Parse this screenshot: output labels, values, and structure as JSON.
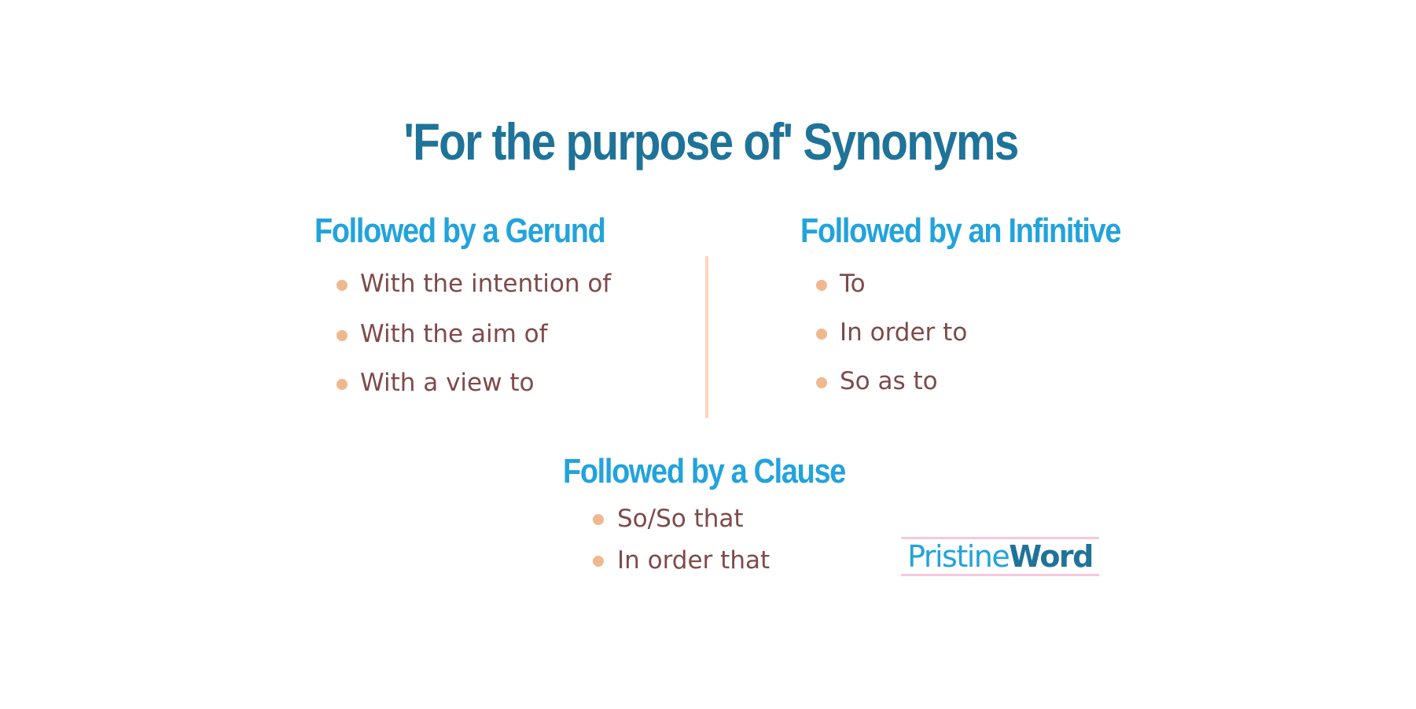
{
  "title": "'For the purpose of' Synonyms",
  "colors": {
    "title": "#1f7398",
    "heading": "#22a3dc",
    "item_text": "#7e4a4a",
    "bullet": "#f0b88f",
    "divider": "#fbd5bb",
    "logo_lines": "#f7c7dd"
  },
  "sections": [
    {
      "heading": "Followed by a Gerund",
      "items": [
        "With the intention of",
        "With the aim of",
        "With a view to"
      ]
    },
    {
      "heading": "Followed by an Infinitive",
      "items": [
        "To",
        "In order to",
        "So as to"
      ]
    },
    {
      "heading": "Followed by a Clause",
      "items": [
        "So/So that",
        "In order that"
      ]
    }
  ],
  "logo": {
    "part1": "Pristine",
    "part2": "Word"
  }
}
